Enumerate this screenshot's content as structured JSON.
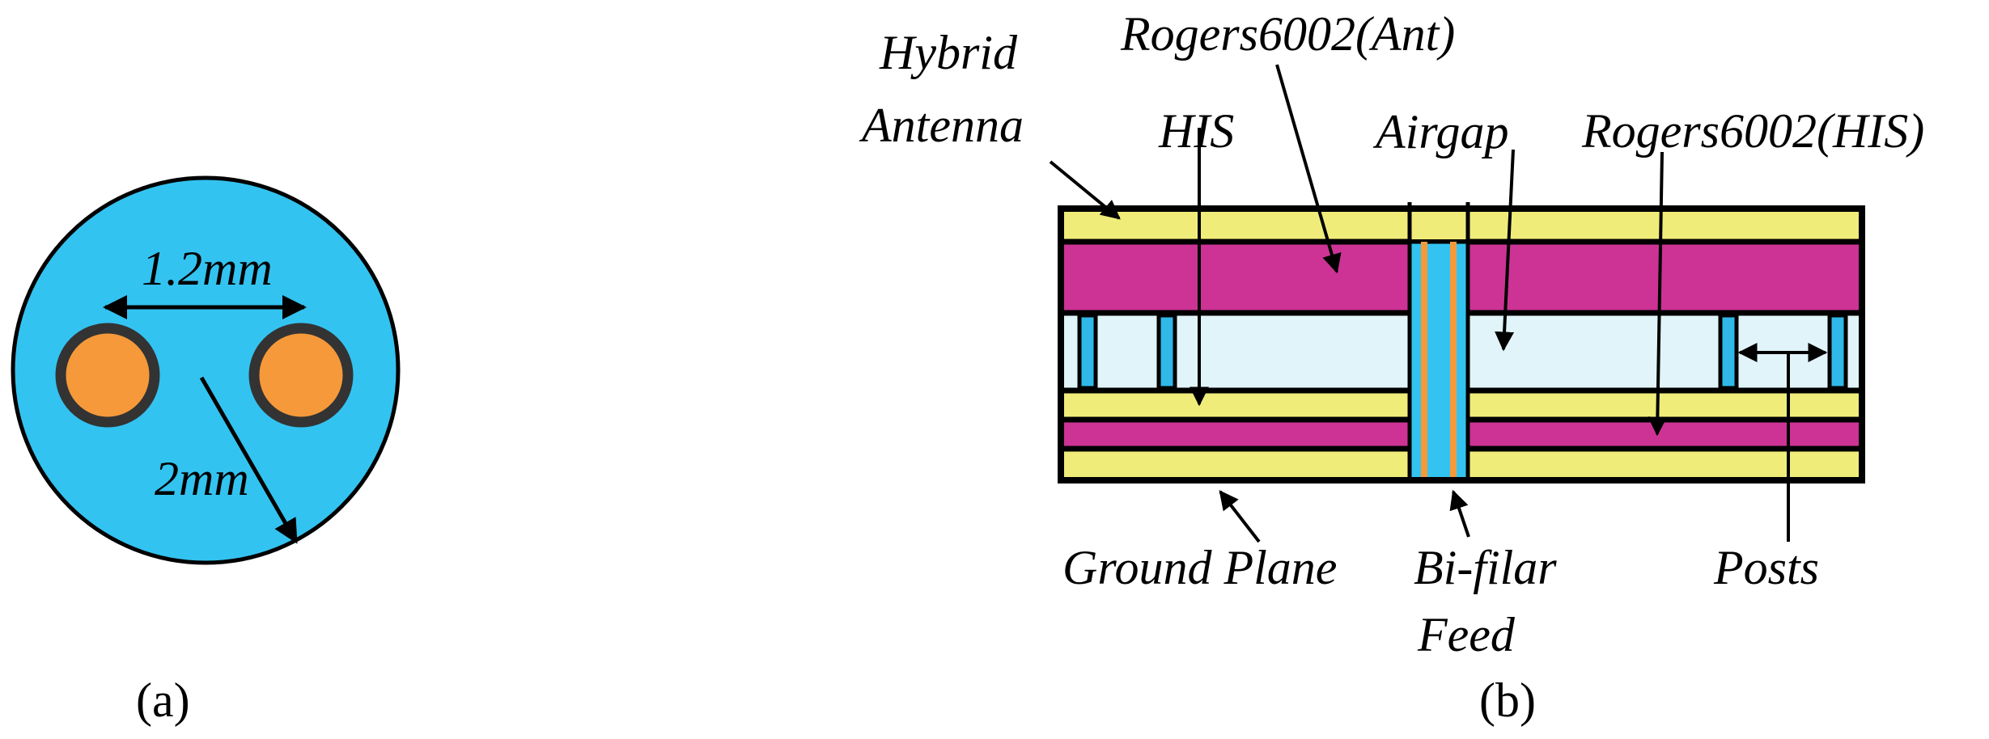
{
  "panel_a": {
    "caption": "(a)",
    "spacing_label": "1.2mm",
    "radius_label": "2mm"
  },
  "panel_b": {
    "caption": "(b)",
    "labels": {
      "hybrid_antenna_line1": "Hybrid",
      "hybrid_antenna_line2": "Antenna",
      "rogers_ant": "Rogers6002(Ant)",
      "his": "HIS",
      "airgap": "Airgap",
      "rogers_his": "Rogers6002(HIS)",
      "ground_plane": "Ground Plane",
      "bifilar_line1": "Bi-filar",
      "bifilar_line2": "Feed",
      "posts": "Posts"
    }
  },
  "colors": {
    "coax_dielectric": "#33c3f0",
    "conductor": "#f6993a",
    "conductor_ring": "#333333",
    "metal_layer": "#f0ec7a",
    "rogers_substrate": "#cc3395",
    "airgap": "#e1f4f9",
    "post": "#2fb8e8",
    "outline": "#000000"
  }
}
